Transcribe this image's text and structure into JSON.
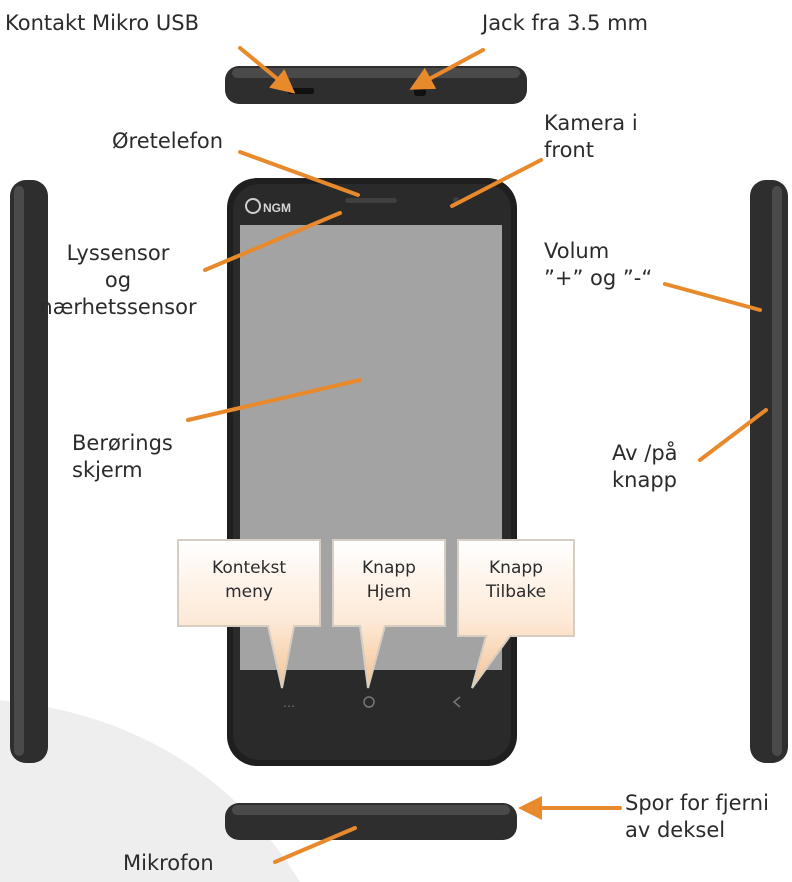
{
  "labels": {
    "usb": "Kontakt Mikro USB",
    "jack": "Jack fra 3.5 mm",
    "earpiece": "Øretelefon",
    "front_camera": [
      "Kamera i",
      "front"
    ],
    "light_sensor": [
      "Lyssensor",
      "og",
      "nærhetssensor"
    ],
    "volume": [
      "Volum",
      "”+” og ”-“"
    ],
    "touchscreen": [
      "Berørings",
      "skjerm"
    ],
    "power": [
      "Av /på",
      "knapp"
    ],
    "microphone": "Mikrofon",
    "cover_slot": [
      "Spor for fjerni",
      "av deksel"
    ]
  },
  "callouts": [
    {
      "lines": [
        "Kontekst",
        "meny"
      ]
    },
    {
      "lines": [
        "Knapp",
        "Hjem"
      ]
    },
    {
      "lines": [
        "Knapp",
        "Tilbake"
      ]
    }
  ],
  "brand": "NGM",
  "colors": {
    "arrow": "#e8892c",
    "phone_body": "#2a2a2a",
    "screen": "#a3a3a3",
    "callout_fill": "#f7d2ae",
    "callout_border": "#d9d0c6",
    "watermark": "#ececec"
  }
}
